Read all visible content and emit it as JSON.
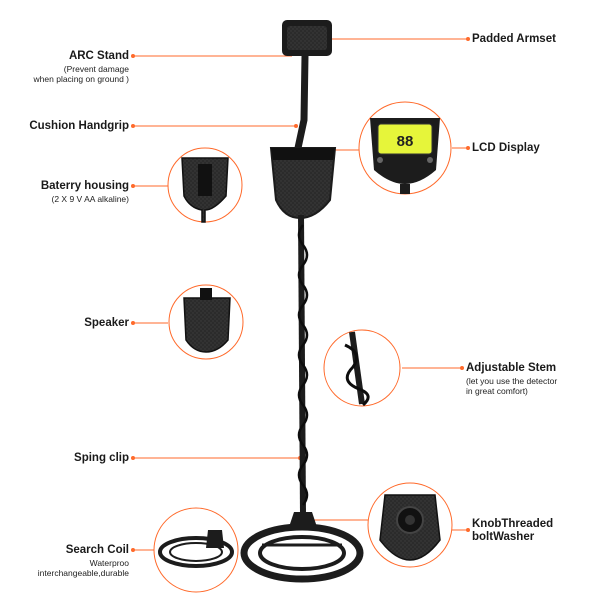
{
  "labels": {
    "arc_stand": {
      "title": "ARC Stand",
      "note_line1": "(Prevent damage",
      "note_line2": "when placing on ground )"
    },
    "cushion_handgrip": {
      "title": "Cushion Handgrip"
    },
    "battery_housing": {
      "title": "Baterry  housing",
      "note": "(2 X 9 V AA alkaline)"
    },
    "speaker": {
      "title": "Speaker"
    },
    "spring_clip": {
      "title": "Sping clip"
    },
    "search_coil": {
      "title": "Search Coil",
      "note_line1": "Waterproo",
      "note_line2": "interchangeable,durable"
    },
    "padded_armset": {
      "title": "Padded Armset"
    },
    "lcd_display": {
      "title": "LCD Display"
    },
    "adjustable_stem": {
      "title": "Adjustable Stem",
      "note_line1": "(let you use the detector",
      "note_line2": "in great comfort)"
    },
    "knob": {
      "title_line1": "KnobThreaded",
      "title_line2": "boltWasher"
    }
  },
  "lcd_readout": "88",
  "colors": {
    "accent": "#ff6a2b",
    "device": "#1c1c1c",
    "lcd": "#e6f53a"
  }
}
